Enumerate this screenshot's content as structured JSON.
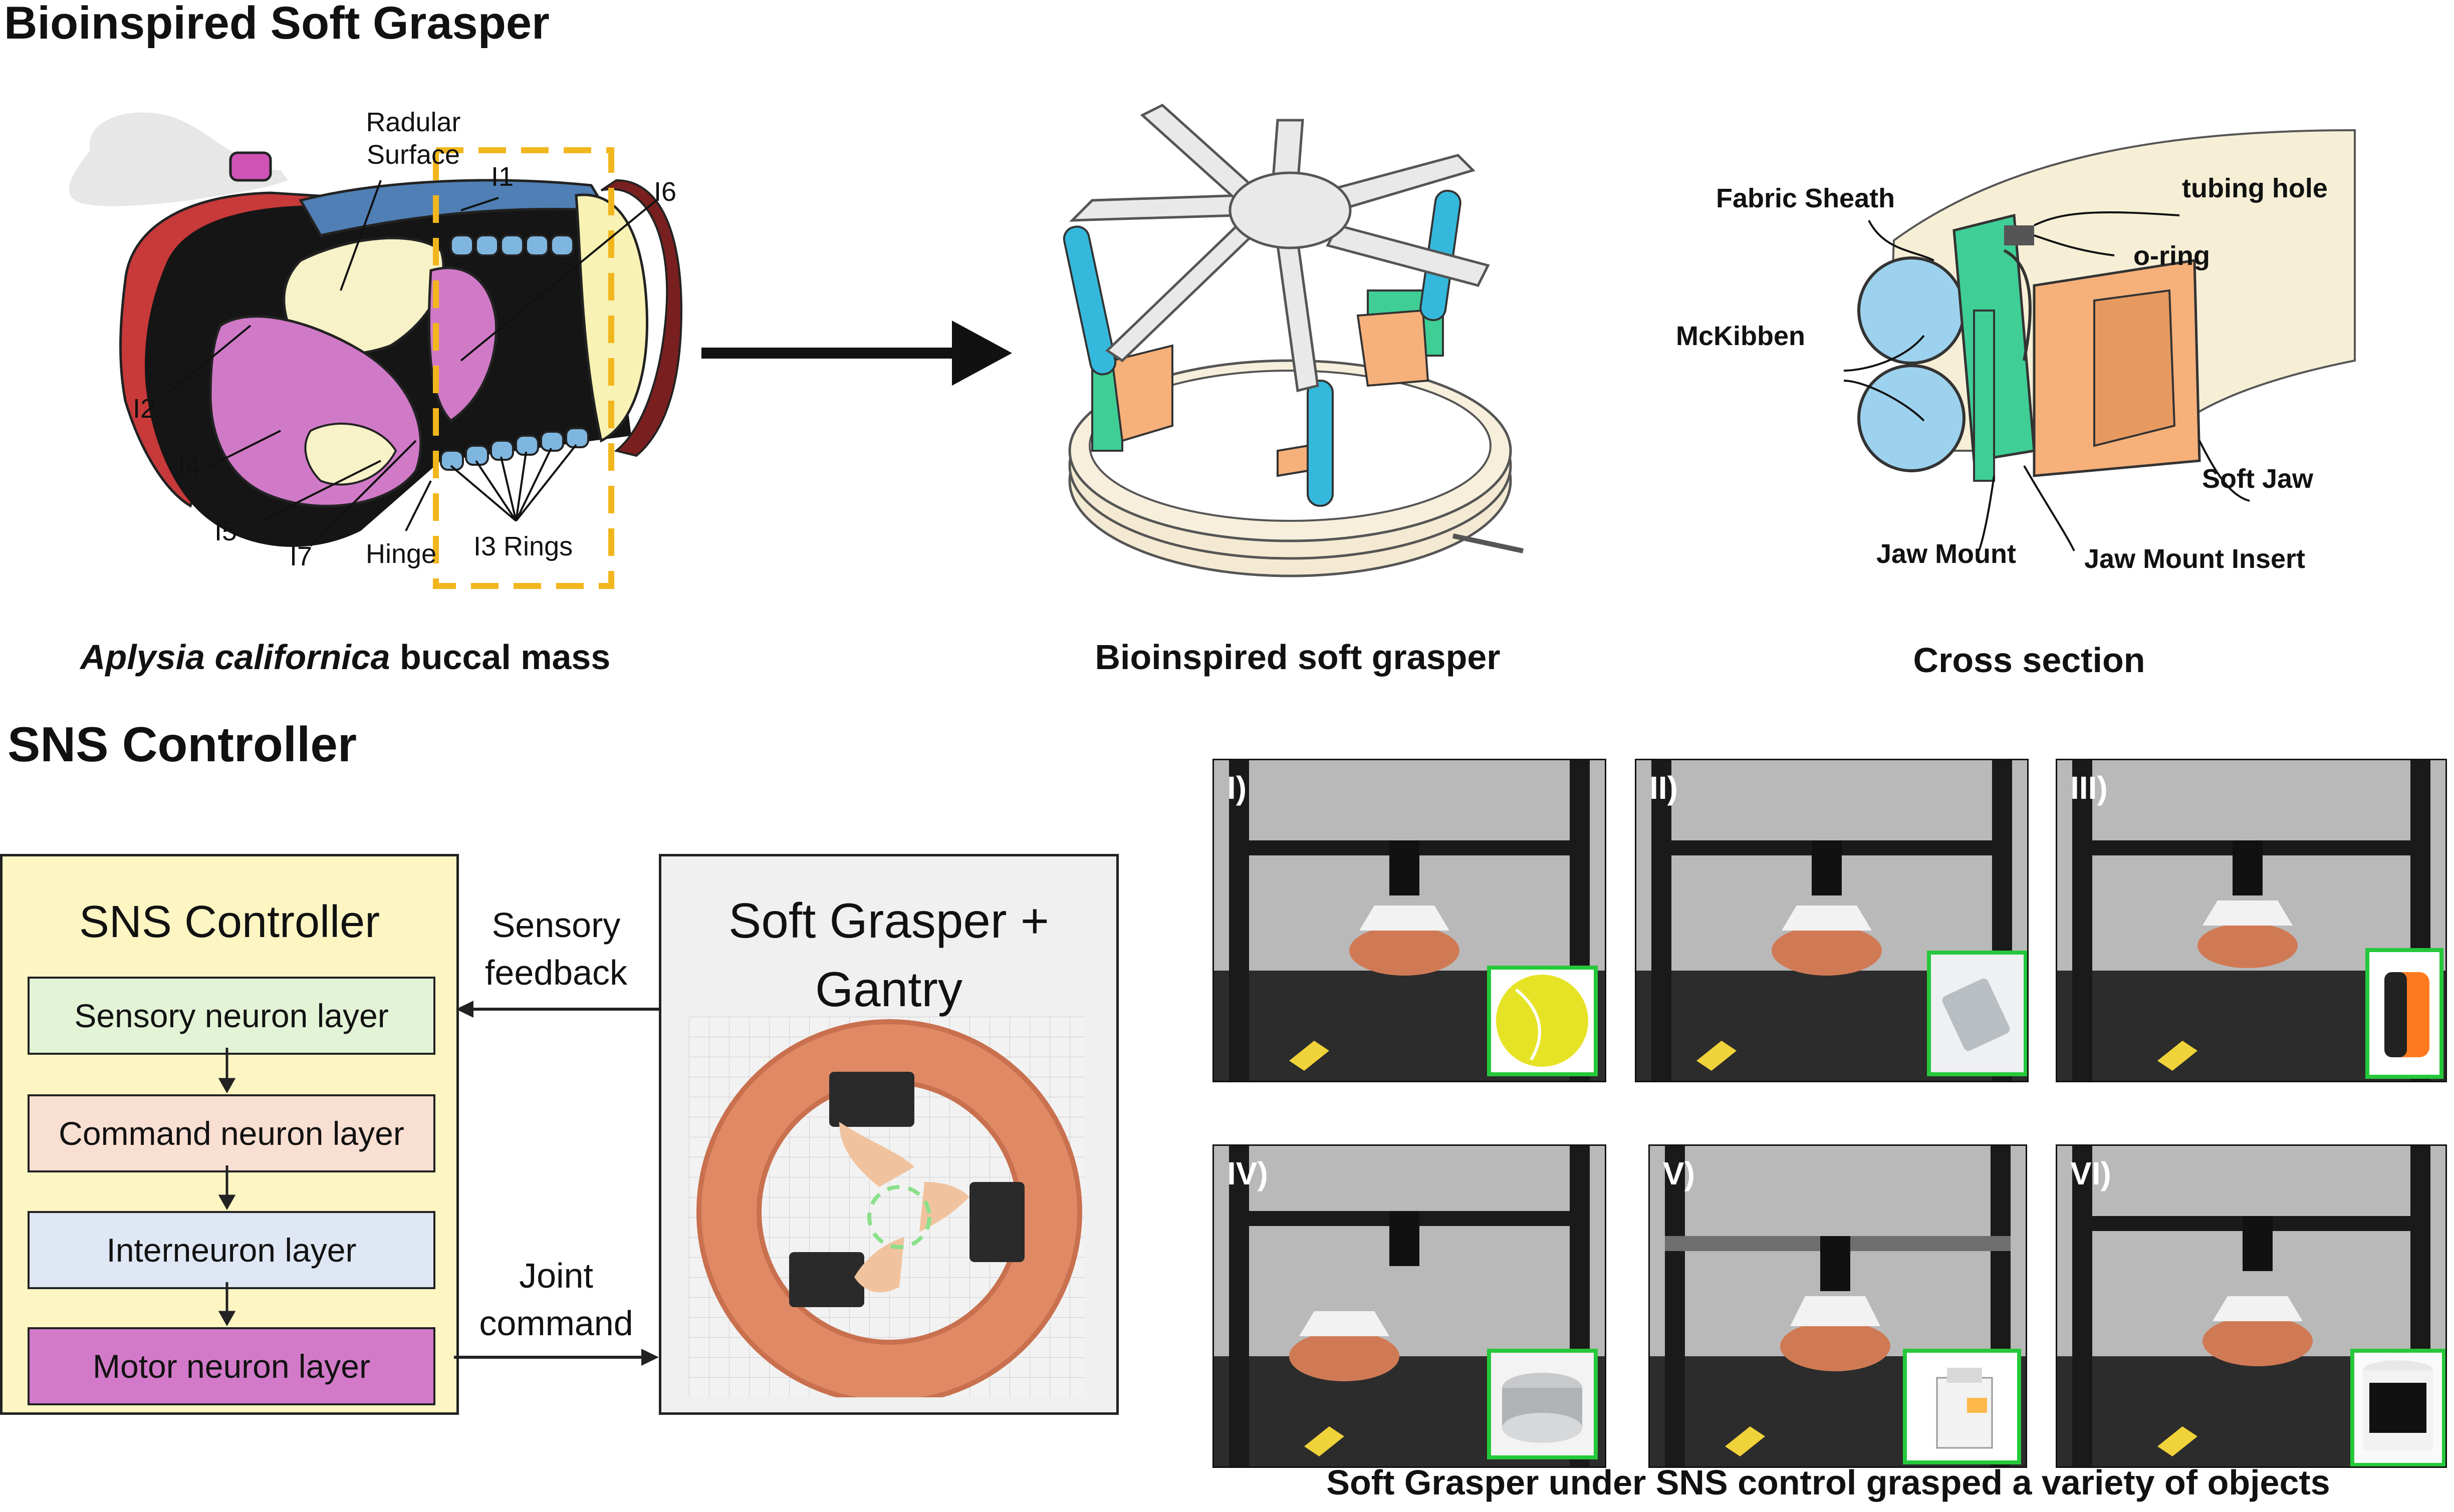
{
  "top_section": {
    "title": "Bioinspired Soft Grasper",
    "anatomy": {
      "labels": {
        "radular_surface": "Radular\nSurface",
        "i1": "I1",
        "i6": "I6",
        "i2": "I2",
        "i4": "I4",
        "i5": "I5",
        "i7": "I7",
        "hinge": "Hinge",
        "i3_rings": "I3 Rings"
      },
      "caption_italic": "Aplysia californica",
      "caption_rest": " buccal mass"
    },
    "grasper_caption": "Bioinspired soft grasper",
    "cross_section": {
      "labels": {
        "fabric_sheath": "Fabric Sheath",
        "tubing_hole": "tubing  hole",
        "o_ring": "o-ring",
        "mckibben": "McKibben",
        "soft_jaw": "Soft Jaw",
        "jaw_mount": "Jaw Mount",
        "jaw_mount_insert": "Jaw Mount Insert"
      },
      "caption": "Cross section"
    }
  },
  "bottom_section": {
    "title": "SNS Controller",
    "controller": {
      "title": "SNS Controller",
      "layers": [
        {
          "label": "Sensory neuron layer",
          "color": "#e2f3d6"
        },
        {
          "label": "Command neuron layer",
          "color": "#f9ded2"
        },
        {
          "label": "Interneuron layer",
          "color": "#dfe6f4"
        },
        {
          "label": "Motor neuron layer",
          "color": "#d27ac9"
        }
      ]
    },
    "arrows": {
      "feedback": "Sensory\nfeedback",
      "command": "Joint\ncommand"
    },
    "plant": {
      "title": "Soft Grasper +\nGantry"
    },
    "trials": {
      "panels": [
        {
          "label": "I)",
          "object": "ball"
        },
        {
          "label": "II)",
          "object": "cup"
        },
        {
          "label": "III)",
          "object": "tape"
        },
        {
          "label": "IV)",
          "object": "spool"
        },
        {
          "label": "V)",
          "object": "box"
        },
        {
          "label": "VI)",
          "object": "cylinder"
        }
      ],
      "caption": "Soft Grasper under SNS control grasped a variety of objects"
    }
  },
  "colors": {
    "accent_gold": "#f2b61d",
    "jaw_orange": "#f6b07a",
    "mount_green": "#3fce96",
    "mckibben_blue": "#9dd2ee",
    "actuator_cyan": "#34b9dd",
    "inset_green": "#25c83a"
  }
}
